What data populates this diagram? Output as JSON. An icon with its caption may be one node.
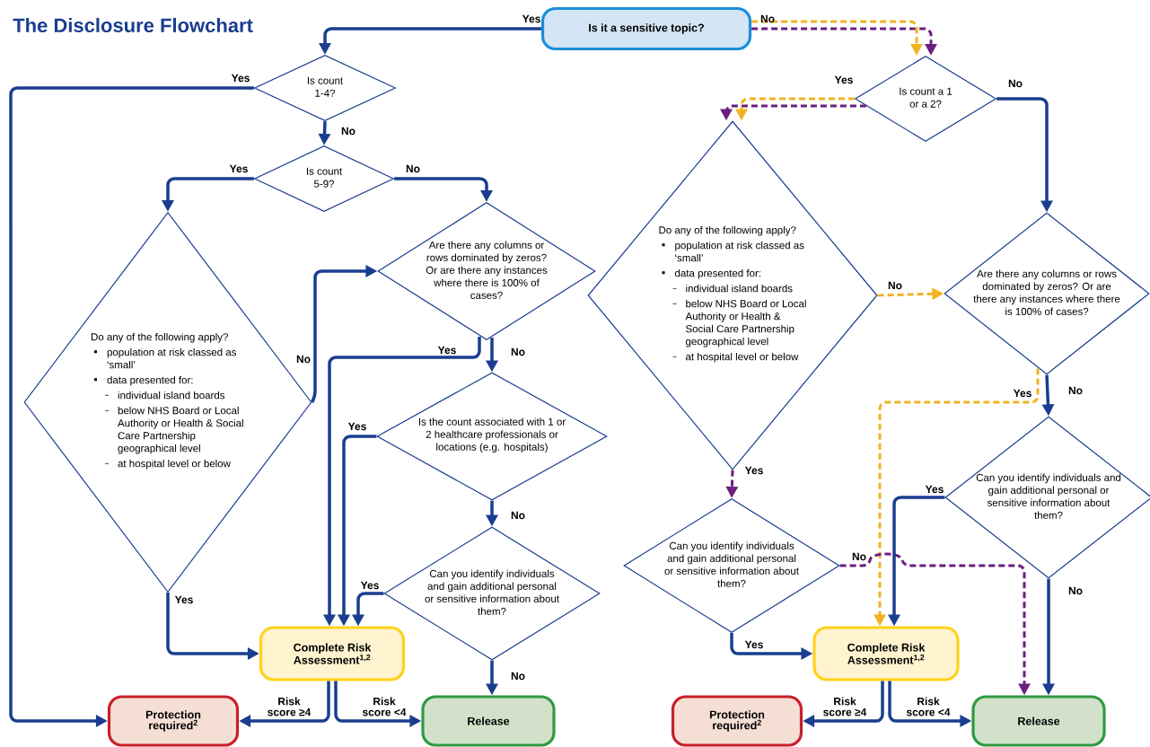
{
  "diagram": {
    "title": "The Disclosure Flowchart",
    "nodes": [
      {
        "text": [
          "Is it a sensitive topic?"
        ]
      },
      {
        "text": [
          "Is count 1-4?"
        ]
      },
      {
        "text": [
          "Is count 5-9?"
        ]
      },
      {
        "text": [
          "Do any of the following apply?",
          "population at risk classed as ‘small’",
          "data presented for:",
          "individual island boards",
          "below NHS Board or Local Authority or Health & Social Care Partnership geographical level",
          "at hospital level or below"
        ]
      },
      {
        "text": [
          "Are there any columns or rows dominated by zeros? Or are there any instances where there is 100% of cases?"
        ]
      },
      {
        "text": [
          "Is the count associated with 1 or 2 healthcare professionals or locations (e.g. hospitals)"
        ]
      },
      {
        "text": [
          "Can you identify individuals and gain additional personal or sensitive information about them?"
        ]
      },
      {
        "text": [
          "Complete Risk Assessment$^{1,2}$"
        ]
      },
      {
        "text": [
          "Protection required$^{2}$"
        ]
      },
      {
        "text": [
          "Release"
        ]
      },
      {
        "text": [
          "Is count a 1 or a 2?"
        ]
      },
      {
        "text": [
          "Do any of the following apply?",
          "population at risk classed as ‘small’",
          "data presented for:",
          "individual island boards",
          "below NHS Board or Local Authority or Health & Social Care Partnership geographical level",
          "at hospital level or below"
        ]
      },
      {
        "text": [
          "Are there any columns or rows dominated by zeros? Or are there any instances where there is 100% of cases?"
        ]
      },
      {
        "text": [
          "Can you identify individuals and gain additional personal or sensitive information about them?"
        ]
      },
      {
        "text": [
          "Can you identify individuals and gain additional personal or sensitive information about them?"
        ]
      },
      {
        "text": [
          "Complete Risk Assessment$^{1,2}$"
        ]
      },
      {
        "text": [
          "Protection required$^{2}$"
        ]
      },
      {
        "text": [
          "Release"
        ]
      }
    ],
    "edges": [
      {
        "from": 0,
        "to": 1,
        "arrow": "to",
        "label": "Yes"
      },
      {
        "from": 0,
        "to": 10,
        "arrow": "to",
        "label": "No",
        "style": "dashed",
        "color": "#6a1f80"
      },
      {
        "from": 0,
        "to": 10,
        "arrow": "to",
        "style": "dashed",
        "color": "#f0b323"
      },
      {
        "from": 1,
        "to": 8,
        "arrow": "to",
        "label": "Yes"
      },
      {
        "from": 1,
        "to": 2,
        "arrow": "to",
        "label": "No"
      },
      {
        "from": 2,
        "to": 3,
        "arrow": "to",
        "label": "Yes"
      },
      {
        "from": 2,
        "to": 4,
        "arrow": "to",
        "label": "No"
      },
      {
        "from": 3,
        "to": 4,
        "arrow": "to",
        "label": "No"
      },
      {
        "from": 3,
        "to": 7,
        "arrow": "to",
        "label": "Yes"
      },
      {
        "from": 4,
        "to": 7,
        "arrow": "to",
        "label": "Yes"
      },
      {
        "from": 4,
        "to": 5,
        "arrow": "to",
        "label": "No"
      },
      {
        "from": 5,
        "to": 7,
        "arrow": "to",
        "label": "Yes"
      },
      {
        "from": 5,
        "to": 6,
        "arrow": "to",
        "label": "No"
      },
      {
        "from": 6,
        "to": 7,
        "arrow": "to",
        "label": "Yes"
      },
      {
        "from": 6,
        "to": 9,
        "arrow": "to",
        "label": "No"
      },
      {
        "from": 7,
        "to": 8,
        "arrow": "to",
        "label": "Risk score ≥4"
      },
      {
        "from": 7,
        "to": 9,
        "arrow": "to",
        "label": "Risk score <4"
      },
      {
        "from": 10,
        "to": 11,
        "arrow": "to",
        "label": "Yes",
        "style": "dashed",
        "color": "#6a1f80"
      },
      {
        "from": 10,
        "to": 11,
        "arrow": "to",
        "style": "dashed",
        "color": "#f0b323"
      },
      {
        "from": 10,
        "to": 12,
        "arrow": "to",
        "label": "No"
      },
      {
        "from": 11,
        "to": 12,
        "arrow": "to",
        "label": "No",
        "style": "dashed",
        "color": "#f0b323"
      },
      {
        "from": 11,
        "to": 13,
        "arrow": "to",
        "label": "Yes",
        "style": "dashed",
        "color": "#6a1f80"
      },
      {
        "from": 12,
        "to": 15,
        "arrow": "to",
        "label": "Yes",
        "style": "dashed",
        "color": "#f0b323"
      },
      {
        "from": 12,
        "to": 14,
        "arrow": "to",
        "label": "No"
      },
      {
        "from": 13,
        "to": 15,
        "arrow": "to",
        "label": "Yes"
      },
      {
        "from": 13,
        "to": 17,
        "arrow": "to",
        "label": "No",
        "style": "dashed",
        "color": "#6a1f80"
      },
      {
        "from": 14,
        "to": 15,
        "arrow": "to",
        "label": "Yes"
      },
      {
        "from": 14,
        "to": 17,
        "arrow": "to",
        "label": "No"
      },
      {
        "from": 15,
        "to": 16,
        "arrow": "to",
        "label": "Risk score ≥4"
      },
      {
        "from": 15,
        "to": 17,
        "arrow": "to",
        "label": "Risk score <4"
      }
    ]
  }
}
